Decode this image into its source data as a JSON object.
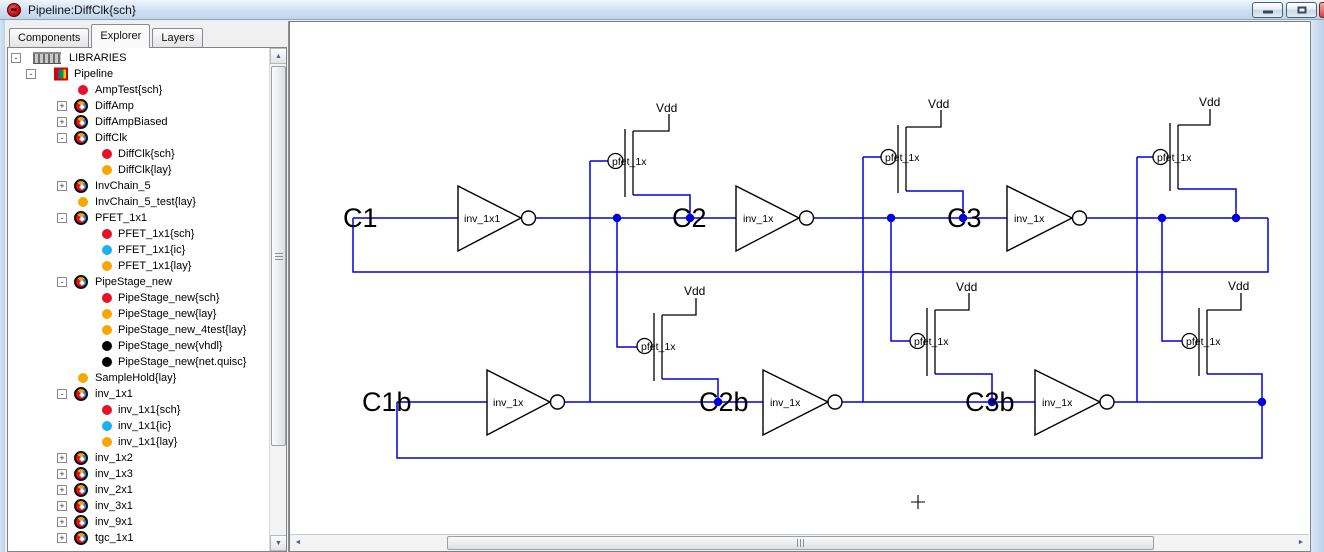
{
  "window": {
    "title": "Pipeline:DiffClk{sch}"
  },
  "tabs": [
    {
      "label": "Components",
      "active": false
    },
    {
      "label": "Explorer",
      "active": true
    },
    {
      "label": "Layers",
      "active": false
    }
  ],
  "tree": {
    "items": [
      {
        "label": "LIBRARIES",
        "icon": "root",
        "expander": "-"
      },
      {
        "label": "Pipeline",
        "icon": "library",
        "expander": "-"
      },
      {
        "label": "AmpTest{sch}",
        "icon": "sch",
        "expander": ""
      },
      {
        "label": "DiffAmp",
        "icon": "group",
        "expander": "+"
      },
      {
        "label": "DiffAmpBiased",
        "icon": "group",
        "expander": "+"
      },
      {
        "label": "DiffClk",
        "icon": "group",
        "expander": "-"
      },
      {
        "label": "DiffClk{sch}",
        "icon": "sch",
        "expander": ""
      },
      {
        "label": "DiffClk{lay}",
        "icon": "lay",
        "expander": ""
      },
      {
        "label": "InvChain_5",
        "icon": "group",
        "expander": "+"
      },
      {
        "label": "InvChain_5_test{lay}",
        "icon": "lay",
        "expander": ""
      },
      {
        "label": "PFET_1x1",
        "icon": "group",
        "expander": "-"
      },
      {
        "label": "PFET_1x1{sch}",
        "icon": "sch",
        "expander": ""
      },
      {
        "label": "PFET_1x1{ic}",
        "icon": "ic",
        "expander": ""
      },
      {
        "label": "PFET_1x1{lay}",
        "icon": "lay",
        "expander": ""
      },
      {
        "label": "PipeStage_new",
        "icon": "group",
        "expander": "-"
      },
      {
        "label": "PipeStage_new{sch}",
        "icon": "sch",
        "expander": ""
      },
      {
        "label": "PipeStage_new{lay}",
        "icon": "lay",
        "expander": ""
      },
      {
        "label": "PipeStage_new_4test{lay}",
        "icon": "lay",
        "expander": ""
      },
      {
        "label": "PipeStage_new{vhdl}",
        "icon": "doc",
        "expander": ""
      },
      {
        "label": "PipeStage_new{net.quisc}",
        "icon": "doc",
        "expander": ""
      },
      {
        "label": "SampleHold{lay}",
        "icon": "lay",
        "expander": ""
      },
      {
        "label": "inv_1x1",
        "icon": "group",
        "expander": "-"
      },
      {
        "label": "inv_1x1{sch}",
        "icon": "sch",
        "expander": ""
      },
      {
        "label": "inv_1x1{ic}",
        "icon": "ic",
        "expander": ""
      },
      {
        "label": "inv_1x1{lay}",
        "icon": "lay",
        "expander": ""
      },
      {
        "label": "inv_1x2",
        "icon": "group",
        "expander": "+"
      },
      {
        "label": "inv_1x3",
        "icon": "group",
        "expander": "+"
      },
      {
        "label": "inv_2x1",
        "icon": "group",
        "expander": "+"
      },
      {
        "label": "inv_3x1",
        "icon": "group",
        "expander": "+"
      },
      {
        "label": "inv_9x1",
        "icon": "group",
        "expander": "+"
      },
      {
        "label": "tgc_1x1",
        "icon": "group",
        "expander": "+"
      }
    ]
  },
  "schematic": {
    "node_labels": [
      "C1",
      "C2",
      "C3",
      "C1b",
      "C2b",
      "C3b"
    ],
    "inverter_labels": [
      "inv_1x1",
      "inv_1x",
      "inv_1x",
      "inv_1x",
      "inv_1x",
      "inv_1x"
    ],
    "pfet_label": "pfet_1x",
    "vdd_label": "Vdd",
    "colors": {
      "wire": "#0000dd",
      "device": "#000000",
      "canvas": "#ffffff",
      "titlebar": "#cfe0f2"
    }
  }
}
